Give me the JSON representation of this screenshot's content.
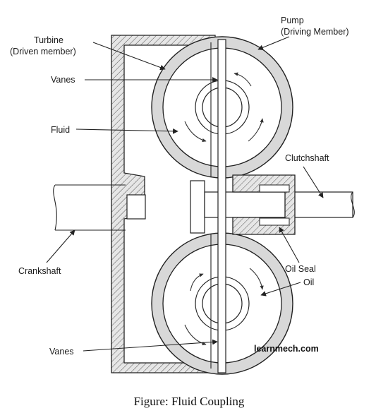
{
  "labels": {
    "pump_line1": "Pump",
    "pump_line2": "(Driving Member)",
    "turbine_line1": "Turbine",
    "turbine_line2": "(Driven member)",
    "vanes_top": "Vanes",
    "fluid": "Fluid",
    "clutchshaft": "Clutchshaft",
    "crankshaft": "Crankshaft",
    "oil_seal": "Oil Seal",
    "oil": "Oil",
    "vanes_bottom": "Vanes"
  },
  "watermark": "learnmech.com",
  "caption": "Figure: Fluid Coupling"
}
